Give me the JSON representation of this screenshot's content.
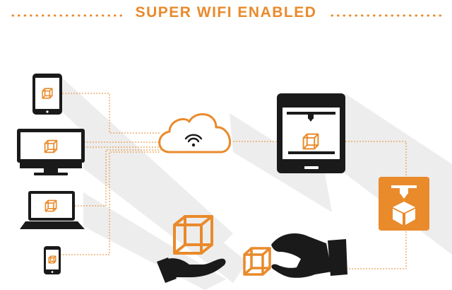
{
  "header": {
    "title": "SUPER WIFI ENABLED"
  },
  "colors": {
    "accent": "#E98A2B",
    "dark": "#1A1A1A",
    "light": "#FFFFFF",
    "shadow": "#EDEDED"
  },
  "devices": [
    {
      "kind": "tablet",
      "icon": "tablet-icon"
    },
    {
      "kind": "monitor",
      "icon": "monitor-icon"
    },
    {
      "kind": "laptop",
      "icon": "laptop-icon"
    },
    {
      "kind": "phone",
      "icon": "phone-icon"
    }
  ],
  "nodes": {
    "cloud_icon": "wifi-cloud-icon",
    "printer_icon": "3d-printer-icon",
    "print_badge_icon": "printing-badge-icon",
    "output_icon": "printed-cube-hands-icon"
  }
}
